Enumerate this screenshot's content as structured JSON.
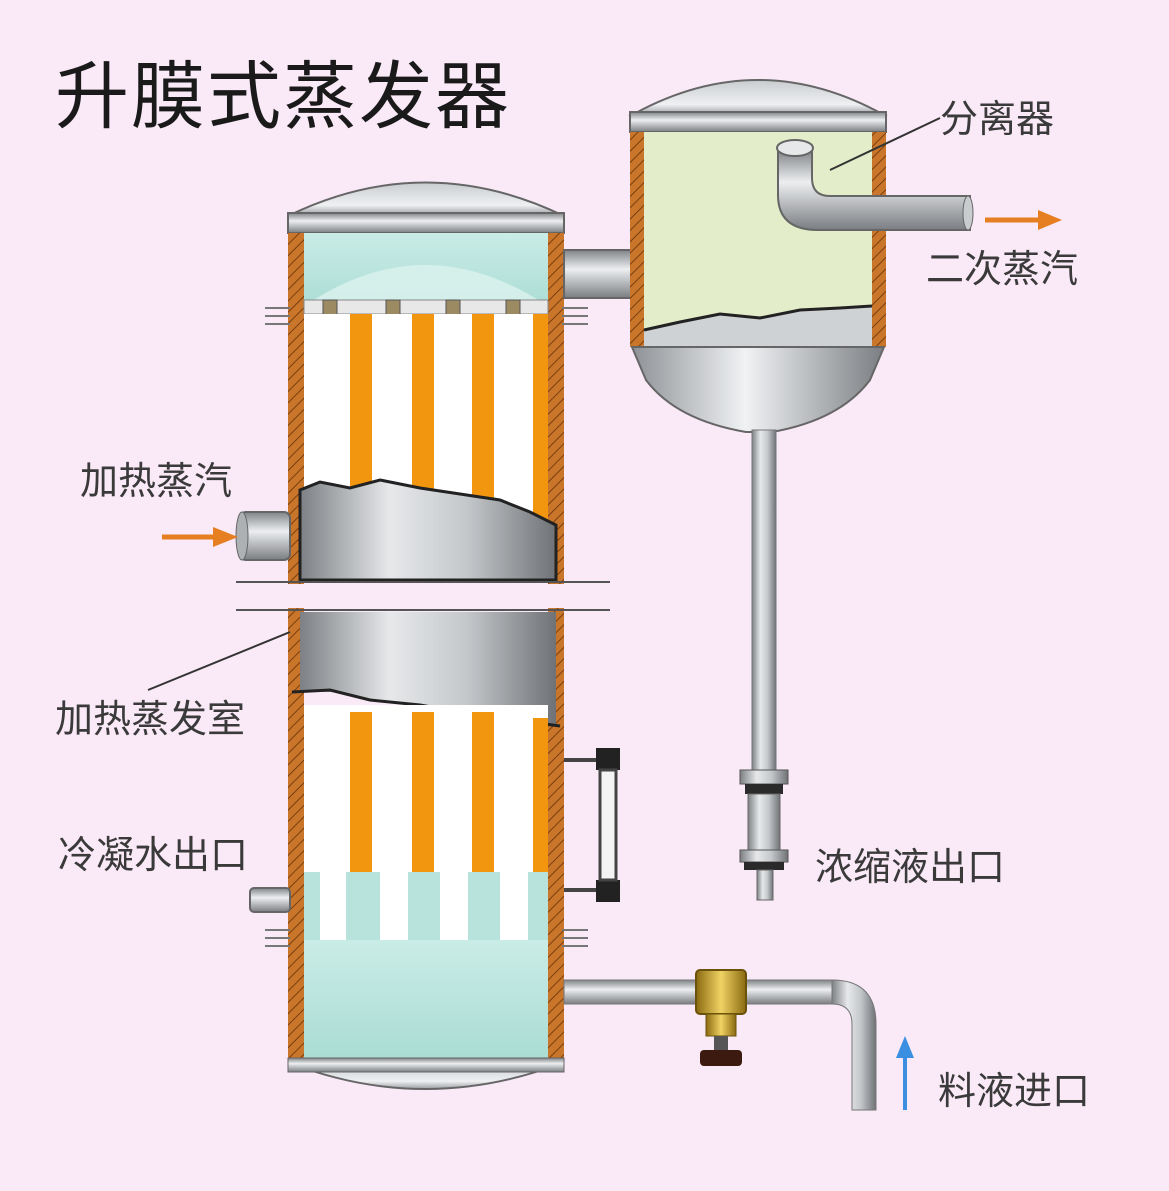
{
  "title": "升膜式蒸发器",
  "labels": {
    "separator": "分离器",
    "secondary_steam": "二次蒸汽",
    "heating_steam": "加热蒸汽",
    "heating_evaporation_chamber": "加热蒸发室",
    "condensate_outlet": "冷凝水出口",
    "concentrate_outlet": "浓缩液出口",
    "feed_inlet": "料液进口"
  },
  "colors": {
    "background": "#fae9f7",
    "steel": "#b9bcbf",
    "shell_copper": "#c9762a",
    "tube_orange": "#f3960f",
    "liquid_teal": "#b7e3dc",
    "separator_liquid": "#e4edc9",
    "arrow_orange": "#e67e22",
    "arrow_blue": "#3b8fe0",
    "valve_brass": "#c8a02a"
  }
}
